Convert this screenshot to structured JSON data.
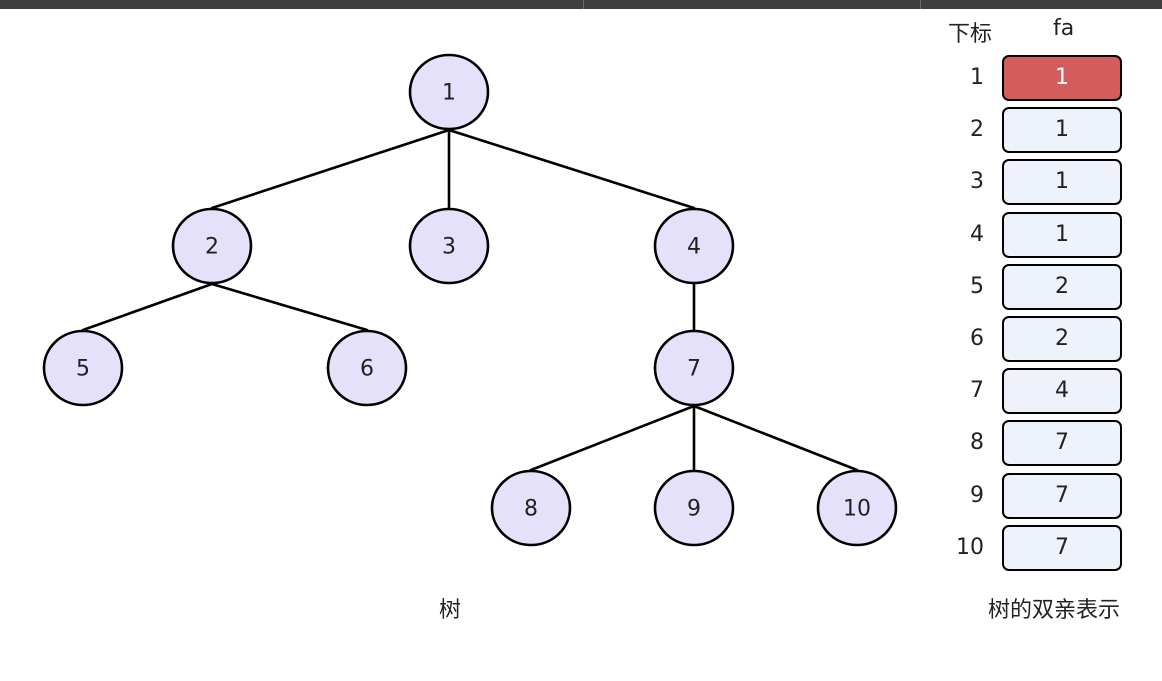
{
  "colors": {
    "node_fill": "#e6e1fa",
    "cell_fill": "#eef2fb",
    "highlight_fill": "#d45c5c"
  },
  "tree": {
    "caption": "树",
    "nodes": [
      {
        "id": 1,
        "label": "1"
      },
      {
        "id": 2,
        "label": "2"
      },
      {
        "id": 3,
        "label": "3"
      },
      {
        "id": 4,
        "label": "4"
      },
      {
        "id": 5,
        "label": "5"
      },
      {
        "id": 6,
        "label": "6"
      },
      {
        "id": 7,
        "label": "7"
      },
      {
        "id": 8,
        "label": "8"
      },
      {
        "id": 9,
        "label": "9"
      },
      {
        "id": 10,
        "label": "10"
      }
    ],
    "edges": [
      [
        1,
        2
      ],
      [
        1,
        3
      ],
      [
        1,
        4
      ],
      [
        2,
        5
      ],
      [
        2,
        6
      ],
      [
        4,
        7
      ],
      [
        7,
        8
      ],
      [
        7,
        9
      ],
      [
        7,
        10
      ]
    ]
  },
  "table": {
    "caption": "树的双亲表示",
    "header_index": "下标",
    "header_value": "fa",
    "rows": [
      {
        "index": "1",
        "fa": "1",
        "highlight": true
      },
      {
        "index": "2",
        "fa": "1",
        "highlight": false
      },
      {
        "index": "3",
        "fa": "1",
        "highlight": false
      },
      {
        "index": "4",
        "fa": "1",
        "highlight": false
      },
      {
        "index": "5",
        "fa": "2",
        "highlight": false
      },
      {
        "index": "6",
        "fa": "2",
        "highlight": false
      },
      {
        "index": "7",
        "fa": "4",
        "highlight": false
      },
      {
        "index": "8",
        "fa": "7",
        "highlight": false
      },
      {
        "index": "9",
        "fa": "7",
        "highlight": false
      },
      {
        "index": "10",
        "fa": "7",
        "highlight": false
      }
    ]
  }
}
